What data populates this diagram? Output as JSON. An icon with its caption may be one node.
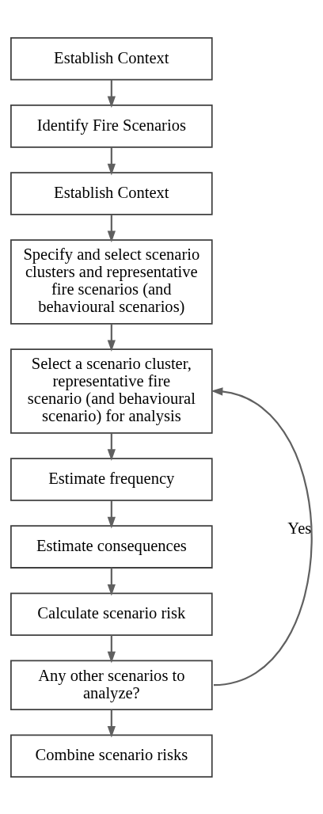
{
  "diagram": {
    "nodes": [
      {
        "text": [
          "Establish Context"
        ]
      },
      {
        "text": [
          "Identify Fire Scenarios"
        ]
      },
      {
        "text": [
          "Establish Context"
        ]
      },
      {
        "text": [
          "Specify and select scenario clusters and representative fire scenarios (and behavioural scenarios)"
        ]
      },
      {
        "text": [
          "Select a scenario cluster, representative fire scenario (and behavioural scenario) for analysis"
        ]
      },
      {
        "text": [
          "Estimate frequency"
        ]
      },
      {
        "text": [
          "Estimate consequences"
        ]
      },
      {
        "text": [
          "Calculate scenario risk"
        ]
      },
      {
        "text": [
          "Any other scenarios to analyze?"
        ]
      },
      {
        "text": [
          "Combine scenario risks"
        ]
      }
    ],
    "edges": [
      {
        "from": 0,
        "to": 1,
        "arrow": "to"
      },
      {
        "from": 1,
        "to": 2,
        "arrow": "to"
      },
      {
        "from": 2,
        "to": 3,
        "arrow": "to"
      },
      {
        "from": 3,
        "to": 4,
        "arrow": "to"
      },
      {
        "from": 4,
        "to": 5,
        "arrow": "to"
      },
      {
        "from": 5,
        "to": 6,
        "arrow": "to"
      },
      {
        "from": 6,
        "to": 7,
        "arrow": "to"
      },
      {
        "from": 7,
        "to": 8,
        "arrow": "to"
      },
      {
        "from": 8,
        "to": 9,
        "arrow": "to"
      },
      {
        "from": 8,
        "to": 4,
        "arrow": "to",
        "label": "Yes"
      }
    ]
  }
}
